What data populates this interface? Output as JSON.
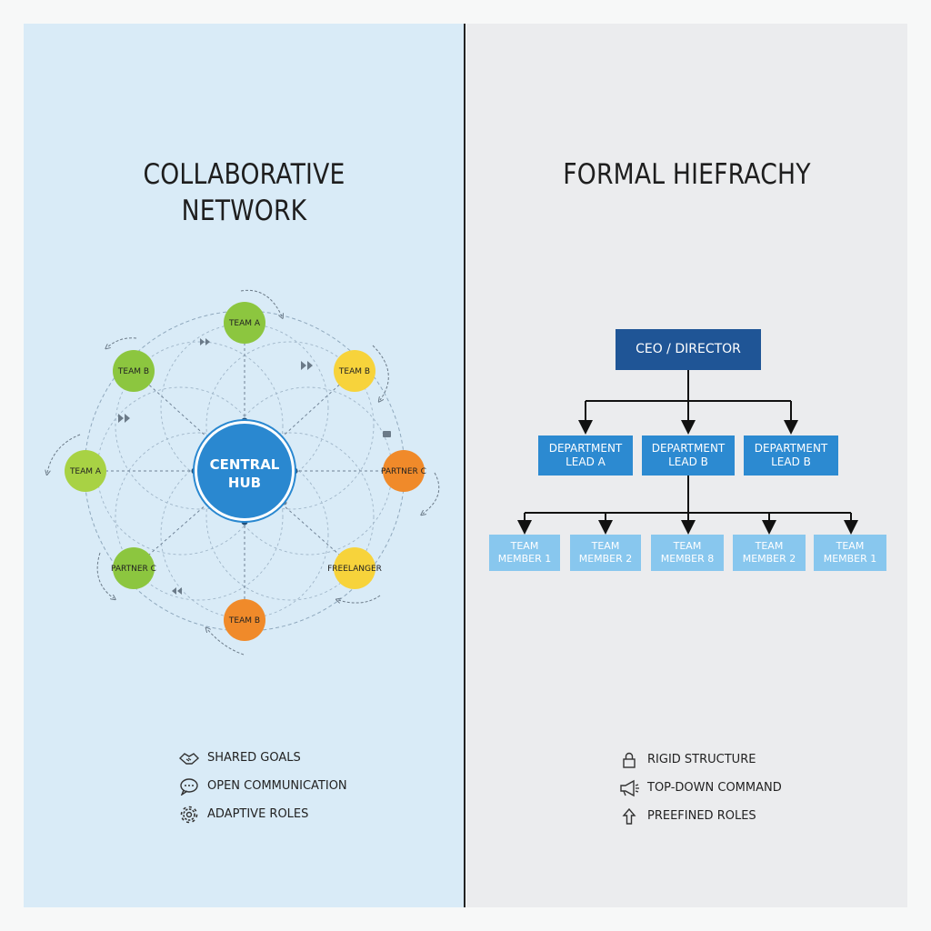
{
  "left": {
    "title_line1": "COLLABORATIVE",
    "title_line2": "NETWORK",
    "hub": {
      "line1": "CENTRAL",
      "line2": "HUB",
      "color": "#2a88d0"
    },
    "nodes": [
      {
        "label": "TEAM A",
        "color": "#8cc63f"
      },
      {
        "label": "TEAM B",
        "color": "#f7d33b"
      },
      {
        "label": "PARTNER C",
        "color": "#f08a2a"
      },
      {
        "label": "FREELANGER",
        "color": "#f7d33b"
      },
      {
        "label": "TEAM B",
        "color": "#f08a2a"
      },
      {
        "label": "PARTNER C",
        "color": "#8cc63f"
      },
      {
        "label": "TEAM A",
        "color": "#a8d244"
      },
      {
        "label": "TEAM B",
        "color": "#8cc63f"
      }
    ],
    "legend": [
      {
        "icon": "handshake-icon",
        "label": "SHARED GOALS"
      },
      {
        "icon": "chat-bubble-icon",
        "label": "OPEN COMMUNICATION"
      },
      {
        "icon": "gear-icon",
        "label": "ADAPTIVE ROLES"
      }
    ]
  },
  "right": {
    "title": "FORMAL HIEFRACHY",
    "ceo": "CEO / DIRECTOR",
    "leads": [
      "DEPARTMENT\nLEAD A",
      "DEPARTMENT\nLEAD B",
      "DEPARTMENT\nLEAD B"
    ],
    "members": [
      "TEAM\nMEMBER 1",
      "TEAM\nMEMBER 2",
      "TEAM\nMEMBER 8",
      "TEAM\nMEMBER 2",
      "TEAM\nMEMBER 1"
    ],
    "legend": [
      {
        "icon": "lock-icon",
        "label": "RIGID STRUCTURE"
      },
      {
        "icon": "megaphone-icon",
        "label": "TOP-DOWN COMMAND"
      },
      {
        "icon": "arrow-up-icon",
        "label": "PREEFINED ROLES"
      }
    ]
  },
  "colors": {
    "left_bg": "#d9ebf7",
    "right_bg": "#ebecee",
    "ceo": "#1f5596",
    "lead": "#2c8ad1",
    "member": "#88c7ee"
  }
}
